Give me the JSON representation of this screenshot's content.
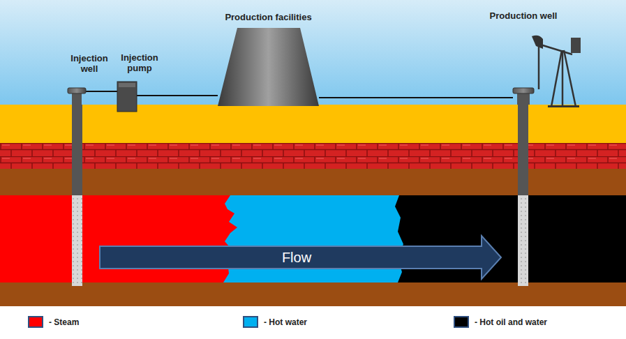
{
  "diagram": {
    "nodes": [
      {
        "text": [
          "Injection well"
        ]
      },
      {
        "text": [
          "Injection pump"
        ]
      },
      {
        "text": [
          "Production facilities"
        ]
      },
      {
        "text": [
          "Production well"
        ]
      }
    ],
    "edges": [
      {
        "from": 0,
        "to": 1,
        "arrow": "none"
      },
      {
        "from": 1,
        "to": 2,
        "arrow": "none"
      },
      {
        "from": 2,
        "to": 3,
        "arrow": "none"
      }
    ],
    "labels": [
      "Flow"
    ],
    "legend": [
      {
        "text": "- Steam",
        "color": "#ff0000"
      },
      {
        "text": "- Hot water",
        "color": "#00b0f0"
      },
      {
        "text": "- Hot oil and water",
        "color": "#000000"
      }
    ]
  }
}
